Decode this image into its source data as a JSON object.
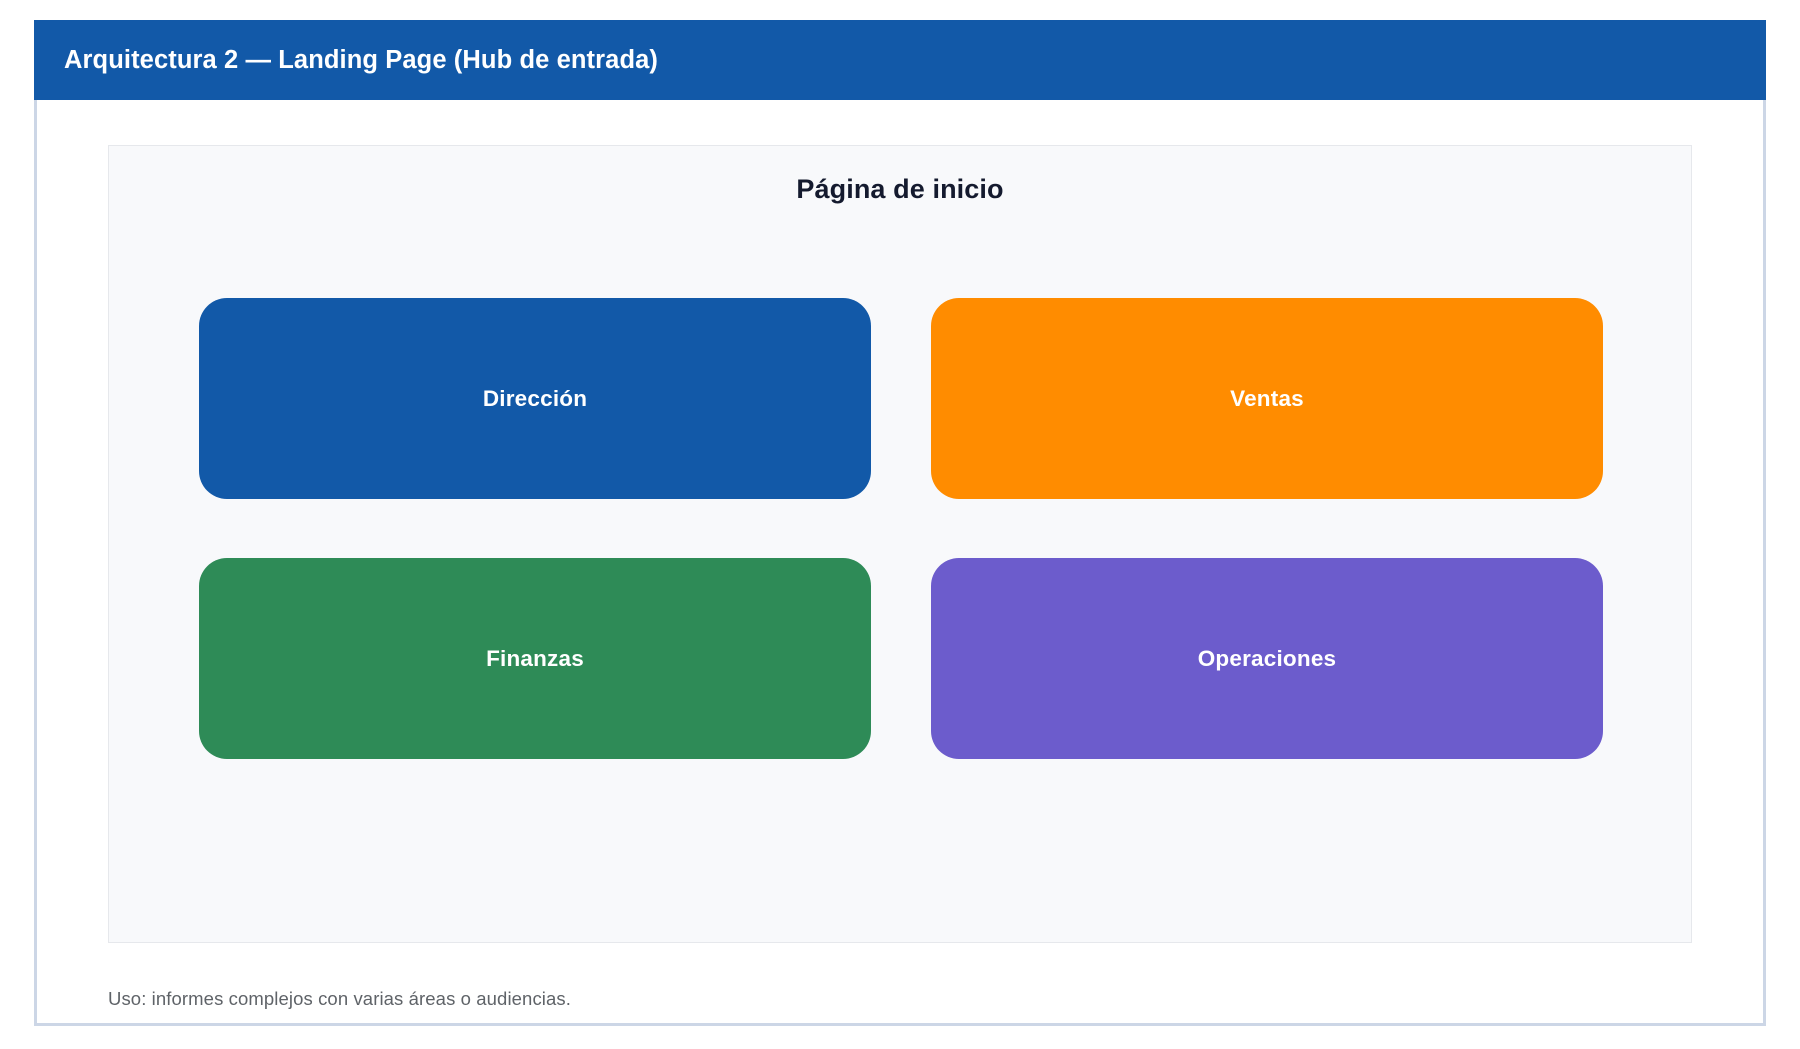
{
  "window": {
    "header_title": "Arquitectura 2 — Landing Page (Hub de entrada)",
    "header_bg": "#1259a8",
    "frame_border_color": "#ccd6e6",
    "frame_bg": "#ffffff"
  },
  "panel": {
    "title": "Página de inicio",
    "bg": "#f8f9fb",
    "border_color": "#e6e8ec",
    "title_color": "#141a2e"
  },
  "cards": [
    {
      "label": "Dirección",
      "color": "#1259a8",
      "text_color": "#ffffff",
      "position": "top-left"
    },
    {
      "label": "Ventas",
      "color": "#ff8c00",
      "text_color": "#ffffff",
      "position": "top-right"
    },
    {
      "label": "Finanzas",
      "color": "#2e8b57",
      "text_color": "#ffffff",
      "position": "bottom-left"
    },
    {
      "label": "Operaciones",
      "color": "#6c5ccc",
      "text_color": "#ffffff",
      "position": "bottom-right"
    }
  ],
  "footer": {
    "note": "Uso: informes complejos con varias áreas o audiencias.",
    "color": "#5f6368"
  }
}
